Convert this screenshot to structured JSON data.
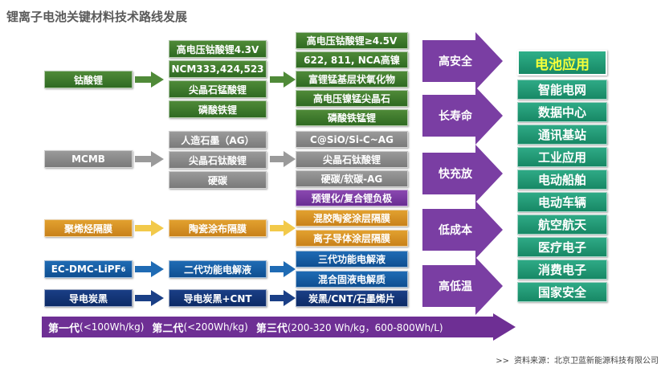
{
  "title": "锂离子电池关键材料技术路线发展",
  "rows": {
    "cathode": {
      "start": "钴酸锂",
      "gen2": [
        "高电压钴酸锂4.3V",
        "NCM333,424,523",
        "尖晶石锰酸锂",
        "磷酸铁锂"
      ],
      "gen3": [
        "高电压钴酸锂≥4.5V",
        "622, 811, NCA高镍",
        "富锂锰基层状氧化物",
        "高电压镍锰尖晶石",
        "磷酸铁锰锂"
      ]
    },
    "anode": {
      "start": "MCMB",
      "gen2": [
        "人造石墨（AG）",
        "尖晶石钛酸锂",
        "硬碳"
      ],
      "gen3": [
        "C@SiO/Si-C~AG",
        "尖晶石钛酸锂",
        "硬碳/软碳-AG",
        "预锂化/复合锂负极"
      ]
    },
    "separator": {
      "start": "聚烯烃隔膜",
      "gen2": [
        "陶瓷涂布隔膜"
      ],
      "gen3": [
        "混胶陶瓷涂层隔膜",
        "离子导体涂层隔膜"
      ]
    },
    "electrolyte": {
      "start": "EC-DMC-LiPF",
      "start_sub": "6",
      "gen2": [
        "二代功能电解液"
      ],
      "gen3": [
        "三代功能电解液",
        "混合固液电解质"
      ]
    },
    "conductive": {
      "start": "导电炭黑",
      "gen2": [
        "导电炭黑+CNT"
      ],
      "gen3": [
        "炭黑/CNT/石墨烯片"
      ]
    }
  },
  "properties": [
    "高安全",
    "长寿命",
    "快充放",
    "低成本",
    "高低温"
  ],
  "applications": {
    "header": "电池应用",
    "items": [
      "智能电网",
      "数据中心",
      "通讯基站",
      "工业应用",
      "电动船舶",
      "电动车辆",
      "航空航天",
      "医疗电子",
      "消费电子",
      "国家安全"
    ]
  },
  "generations": {
    "label1": "第一代",
    "value1": "(<100Wh/kg)",
    "label2": "第二代",
    "value2": "(<200Wh/kg)",
    "label3": "第三代",
    "value3": "(200-320 Wh/kg，600-800Wh/L)"
  },
  "source": {
    "mark": ">>",
    "text": "资料来源：北京卫蓝新能源科技有限公司"
  },
  "colors": {
    "green": "#3d7b2d",
    "gray": "#8a8a8a",
    "yellow": "#d8932a",
    "blue": "#1560a8",
    "navy": "#12347a",
    "purple": "#7a3ea3",
    "teal": "#1f9a78",
    "head_text": "#f4ff3a"
  }
}
